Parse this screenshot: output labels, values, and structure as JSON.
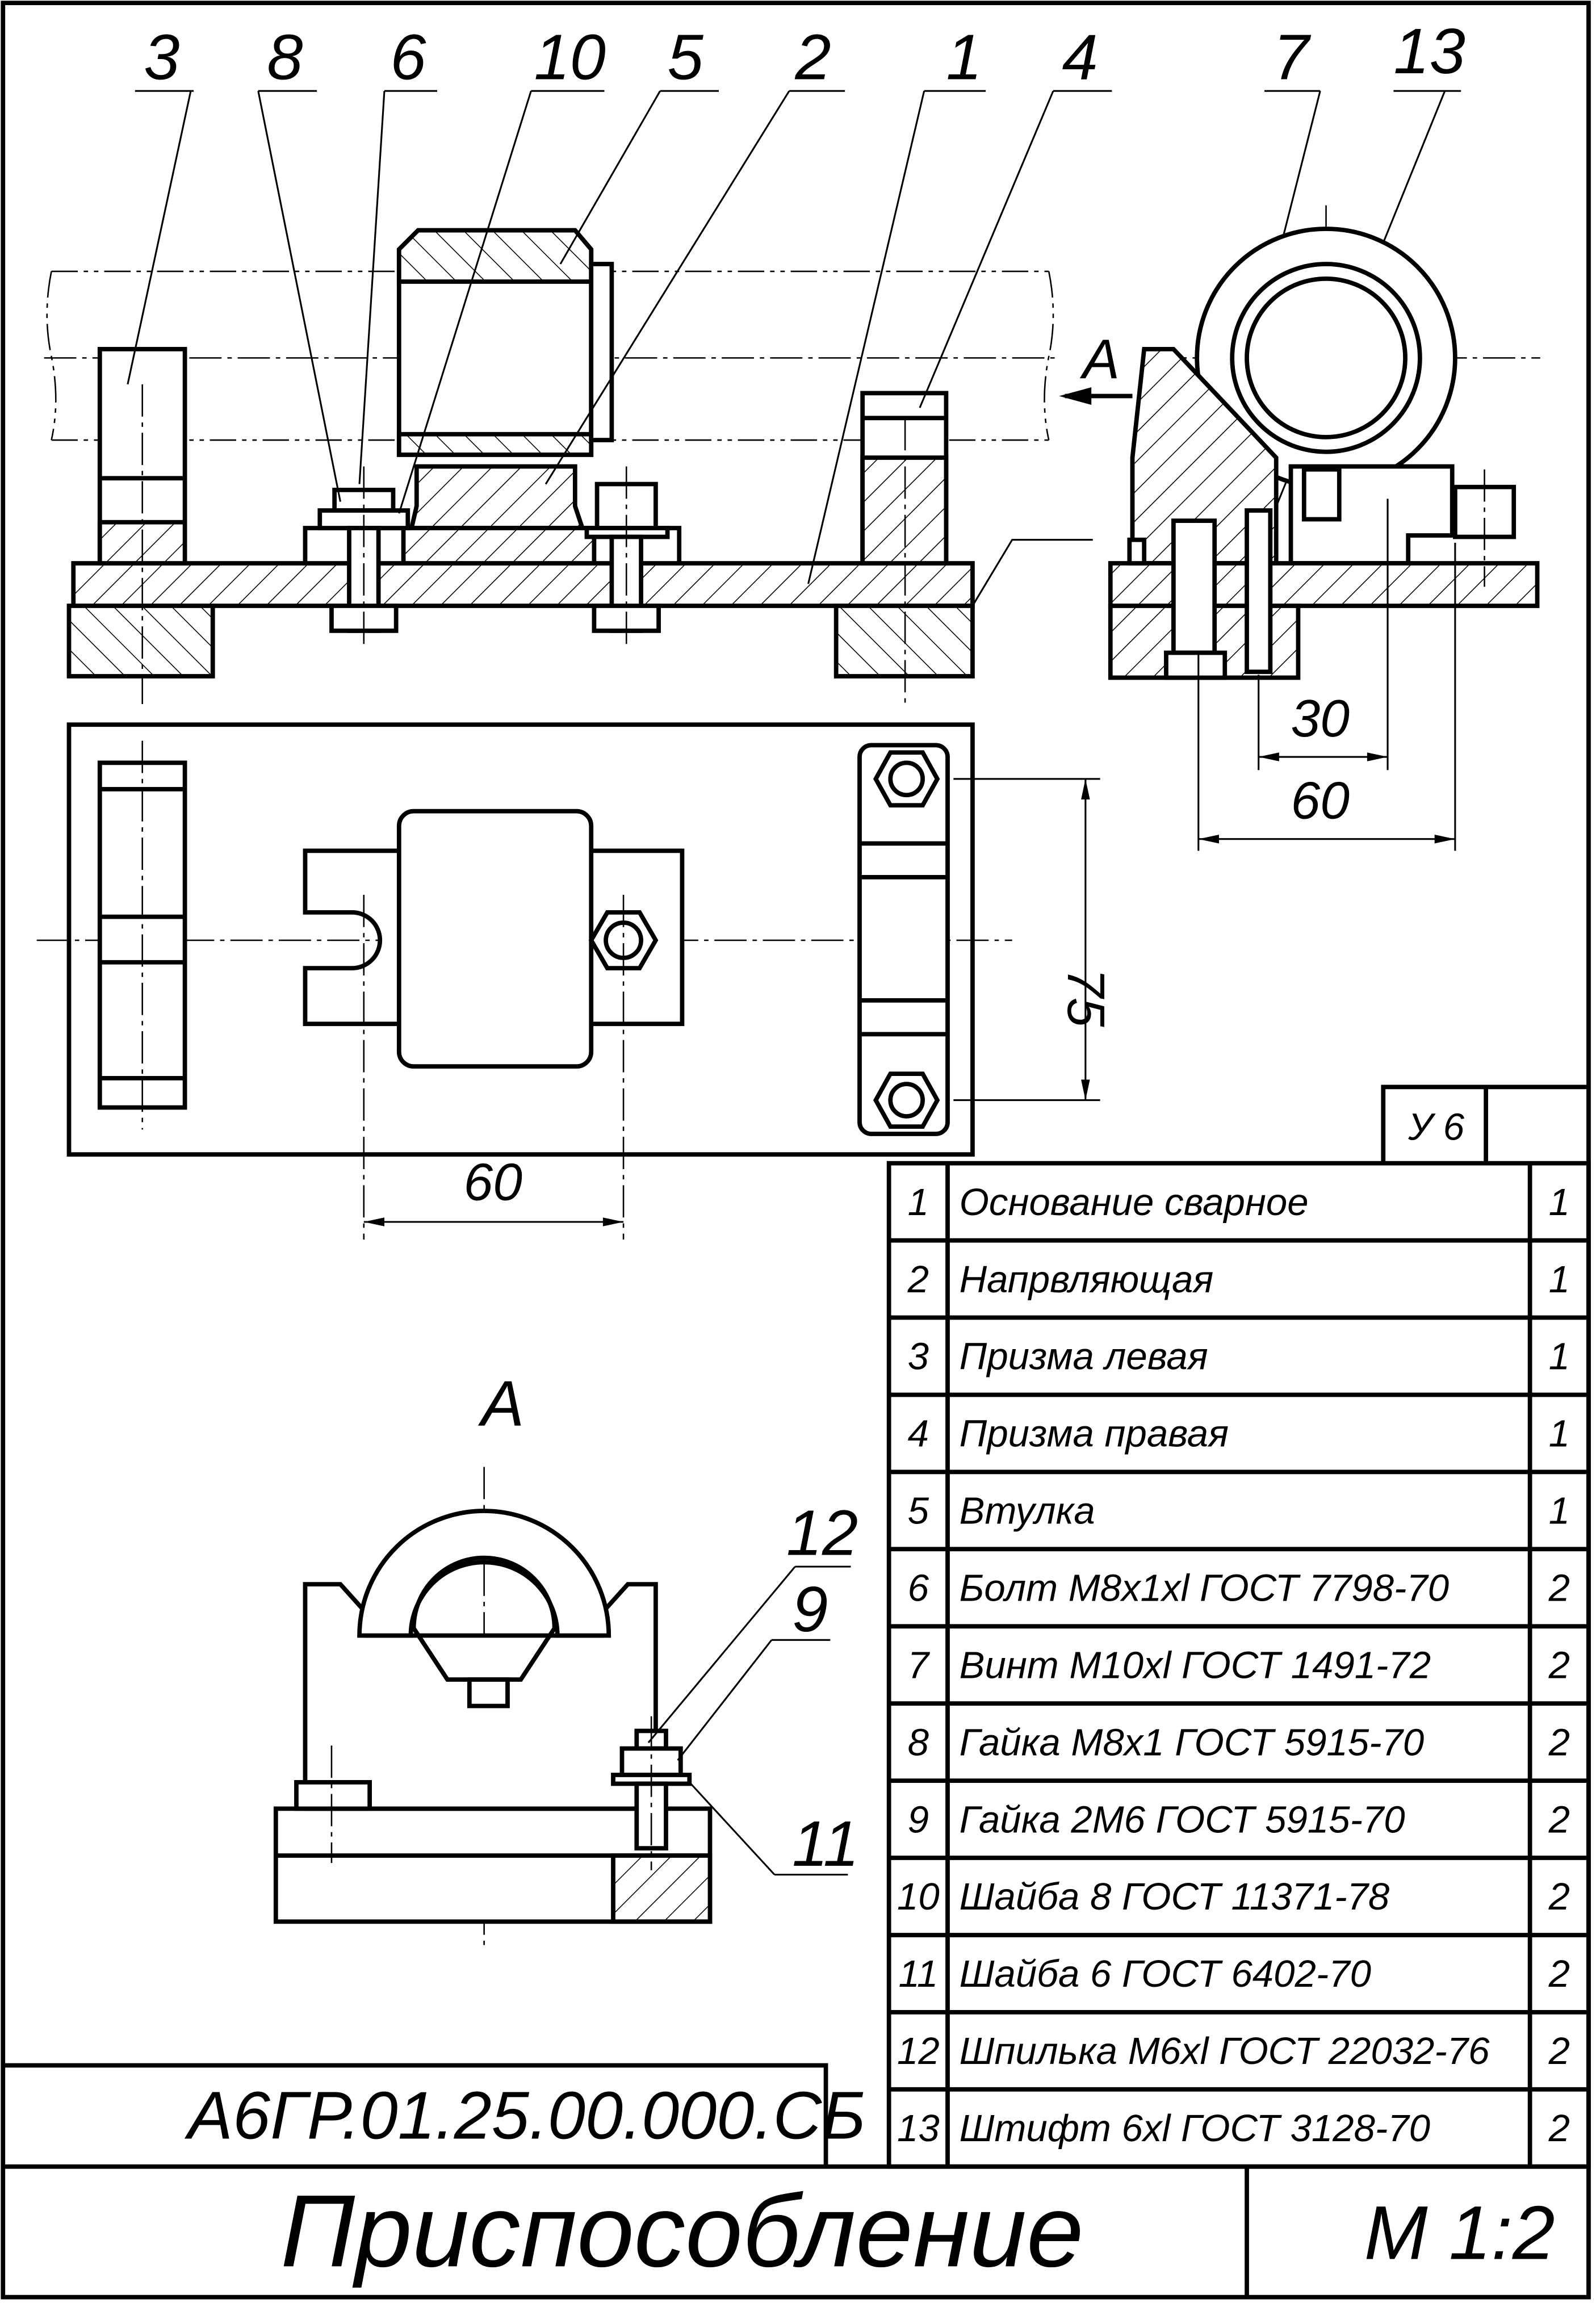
{
  "leaders": [
    "3",
    "8",
    "6",
    "10",
    "5",
    "2",
    "1",
    "4",
    "7",
    "13"
  ],
  "view_a_leaders": [
    "12",
    "9",
    "11"
  ],
  "view_label": "А",
  "section_arrow_label": "А",
  "dimensions": {
    "side_30": "30",
    "side_60": "60",
    "top_75": "75",
    "top_60": "60"
  },
  "roughness": "У 6",
  "parts": [
    {
      "pos": "1",
      "name": "Основание сварное",
      "qty": "1"
    },
    {
      "pos": "2",
      "name": "Напрвляющая",
      "qty": "1"
    },
    {
      "pos": "3",
      "name": "Призма левая",
      "qty": "1"
    },
    {
      "pos": "4",
      "name": "Призма правая",
      "qty": "1"
    },
    {
      "pos": "5",
      "name": "Втулка",
      "qty": "1"
    },
    {
      "pos": "6",
      "name": "Болт М8х1хl ГОСТ 7798-70",
      "qty": "2"
    },
    {
      "pos": "7",
      "name": "Винт М10хl ГОСТ 1491-72",
      "qty": "2"
    },
    {
      "pos": "8",
      "name": "Гайка М8х1 ГОСТ 5915-70",
      "qty": "2"
    },
    {
      "pos": "9",
      "name": "Гайка 2М6 ГОСТ 5915-70",
      "qty": "2"
    },
    {
      "pos": "10",
      "name": "Шайба 8 ГОСТ 11371-78",
      "qty": "2"
    },
    {
      "pos": "11",
      "name": "Шайба 6 ГОСТ 6402-70",
      "qty": "2"
    },
    {
      "pos": "12",
      "name": "Шпилька М6хl ГОСТ 22032-76",
      "qty": "2"
    },
    {
      "pos": "13",
      "name": "Штифт 6хl ГОСТ 3128-70",
      "qty": "2"
    }
  ],
  "title_block": {
    "designation": "А6ГР.01.25.00.000.СБ",
    "title": "Приспособление",
    "scale": "М 1:2"
  }
}
